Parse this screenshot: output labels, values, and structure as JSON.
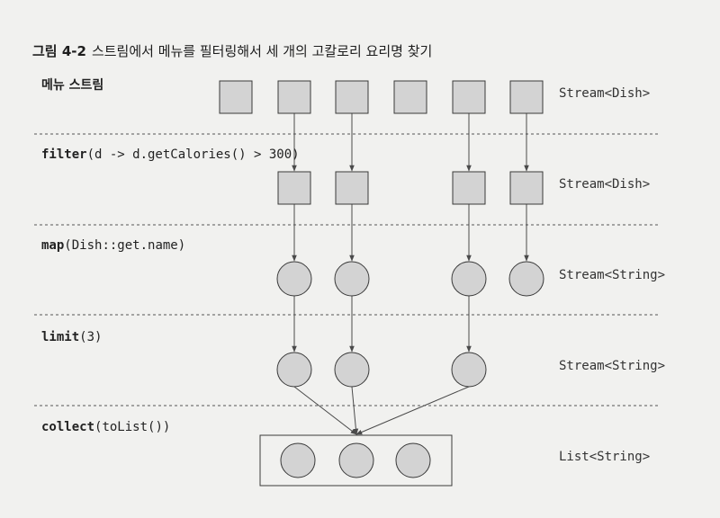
{
  "figure": {
    "number": "그림 4-2",
    "caption": "스트림에서 메뉴를 필터링해서 세 개의 고칼로리 요리명 찾기"
  },
  "stages": [
    {
      "id": "source",
      "label": "메뉴 스트림",
      "op": "",
      "args": "",
      "type": "Stream<Dish>",
      "shape": "square",
      "elements": [
        0,
        1,
        2,
        3,
        4,
        5
      ]
    },
    {
      "id": "filter",
      "label": "",
      "op": "filter",
      "args": "(d -> d.getCalories() > 300)",
      "type": "Stream<Dish>",
      "shape": "square",
      "elements": [
        1,
        2,
        4,
        5
      ]
    },
    {
      "id": "map",
      "label": "",
      "op": "map",
      "args": "(Dish::get.name)",
      "type": "Stream<String>",
      "shape": "circle",
      "elements": [
        1,
        2,
        4,
        5
      ]
    },
    {
      "id": "limit",
      "label": "",
      "op": "limit",
      "args": "(3)",
      "type": "Stream<String>",
      "shape": "circle",
      "elements": [
        1,
        2,
        4
      ]
    },
    {
      "id": "collect",
      "label": "",
      "op": "collect",
      "args": "(toList())",
      "type": "List<String>",
      "shape": "circle-group",
      "elements": [
        0,
        1,
        2
      ]
    }
  ],
  "colors": {
    "shape_fill": "#d3d3d3",
    "shape_stroke": "#3a3a3a",
    "arrow": "#4a4a4a",
    "divider": "#555555"
  }
}
